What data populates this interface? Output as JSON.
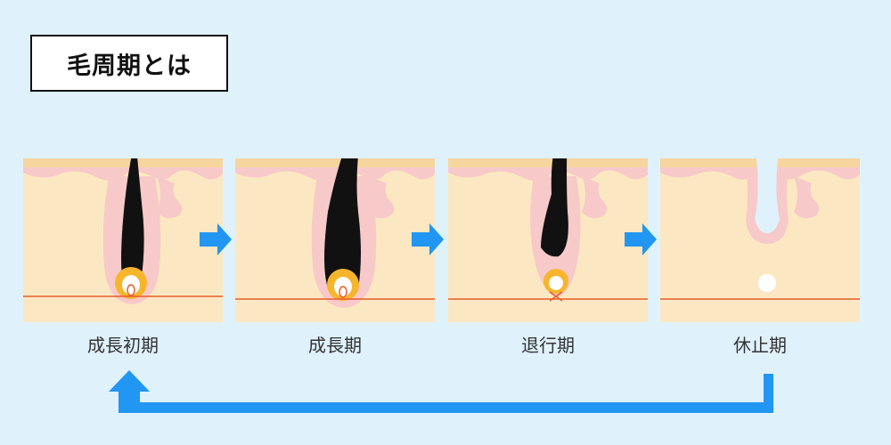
{
  "title": "毛周期とは",
  "stages": [
    {
      "label": "成長初期",
      "icon": "hair-follicle-early-growth"
    },
    {
      "label": "成長期",
      "icon": "hair-follicle-growth"
    },
    {
      "label": "退行期",
      "icon": "hair-follicle-regression"
    },
    {
      "label": "休止期",
      "icon": "hair-follicle-resting"
    }
  ],
  "colors": {
    "background": "#dff1fb",
    "skin": "#fbe8c2",
    "skin_top": "#f7d59f",
    "dermis_pink": "#f8c9c9",
    "hair": "#111111",
    "papilla": "#f7b52c",
    "arrow": "#2196f3",
    "baseline": "#e85c2c"
  }
}
